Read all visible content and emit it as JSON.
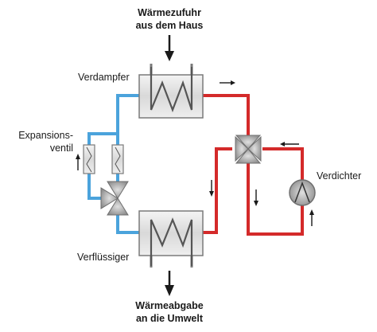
{
  "labels": {
    "heat_in_line1": "Wärmezufuhr",
    "heat_in_line2": "aus dem Haus",
    "evaporator": "Verdampfer",
    "expansion_line1": "Expansions-",
    "expansion_line2": "ventil",
    "compressor": "Verdichter",
    "condenser": "Verflüssiger",
    "heat_out_line1": "Wärmeabgabe",
    "heat_out_line2": "an die Umwelt"
  },
  "colors": {
    "cold_pipe": "#4ba3dc",
    "hot_pipe": "#d42a2a",
    "component_fill": "#e6e6e6",
    "component_stroke": "#7a7a7a",
    "arrow": "#1a1a1a"
  }
}
